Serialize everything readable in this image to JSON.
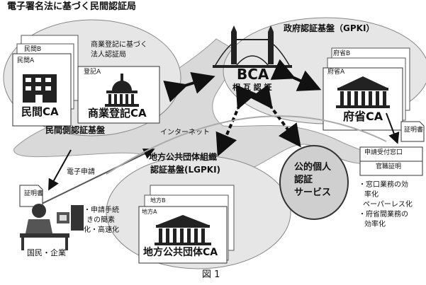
{
  "private_ca": {
    "title": "電子署名法に基づく民間認証局",
    "card_b": "民間B",
    "card_a": "民間A",
    "ca_label": "民間CA",
    "commercial_note_line1": "商業登記に基づく",
    "commercial_note_line2": "法人認証局",
    "commercial_card": "登記A",
    "commercial_ca_label": "商業登記CA",
    "footer": "民間側認証基盤"
  },
  "gpki": {
    "title": "政府認証基盤（GPKI）",
    "bca": "BCA",
    "mutual_cert": "相 互 認 証",
    "card_b": "府省B",
    "card_a": "府省A",
    "ca_label": "府省CA"
  },
  "internet_label": "インターネット",
  "lgpki": {
    "title_line1": "地方公共団体組織",
    "title_line2": "認証基盤(LGPKI)",
    "card_b": "地方B",
    "card_a": "地方A",
    "ca_label": "地方公共団体CA"
  },
  "public_personal": {
    "line1": "公的個人",
    "line2": "認証",
    "line3": "サービス"
  },
  "citizen": {
    "cert_label": "証明書",
    "e_application": "電子申請",
    "bullet_line1": "・申請手続",
    "bullet_line2": "きの簡素",
    "bullet_line3": "化・高速化",
    "caption": "国民・企業"
  },
  "office": {
    "cert_label": "証明書",
    "desk": "申請受付窓口",
    "verify": "官職証明"
  },
  "benefits": {
    "line1": "・窓口業務の効",
    "line2": "率化",
    "line3": "ペーパーレス化",
    "line4": "・府省間業務の",
    "line5": "効率化"
  },
  "figure_caption": "図 1"
}
